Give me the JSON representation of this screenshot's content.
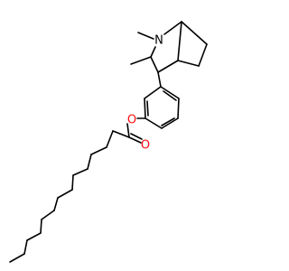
{
  "molecule": {
    "atoms": [
      {
        "label": "N",
        "color": "#000000"
      },
      {
        "label": "O",
        "color": "#ff0d0d"
      },
      {
        "label": "O",
        "color": "#ff0d0d"
      }
    ]
  }
}
